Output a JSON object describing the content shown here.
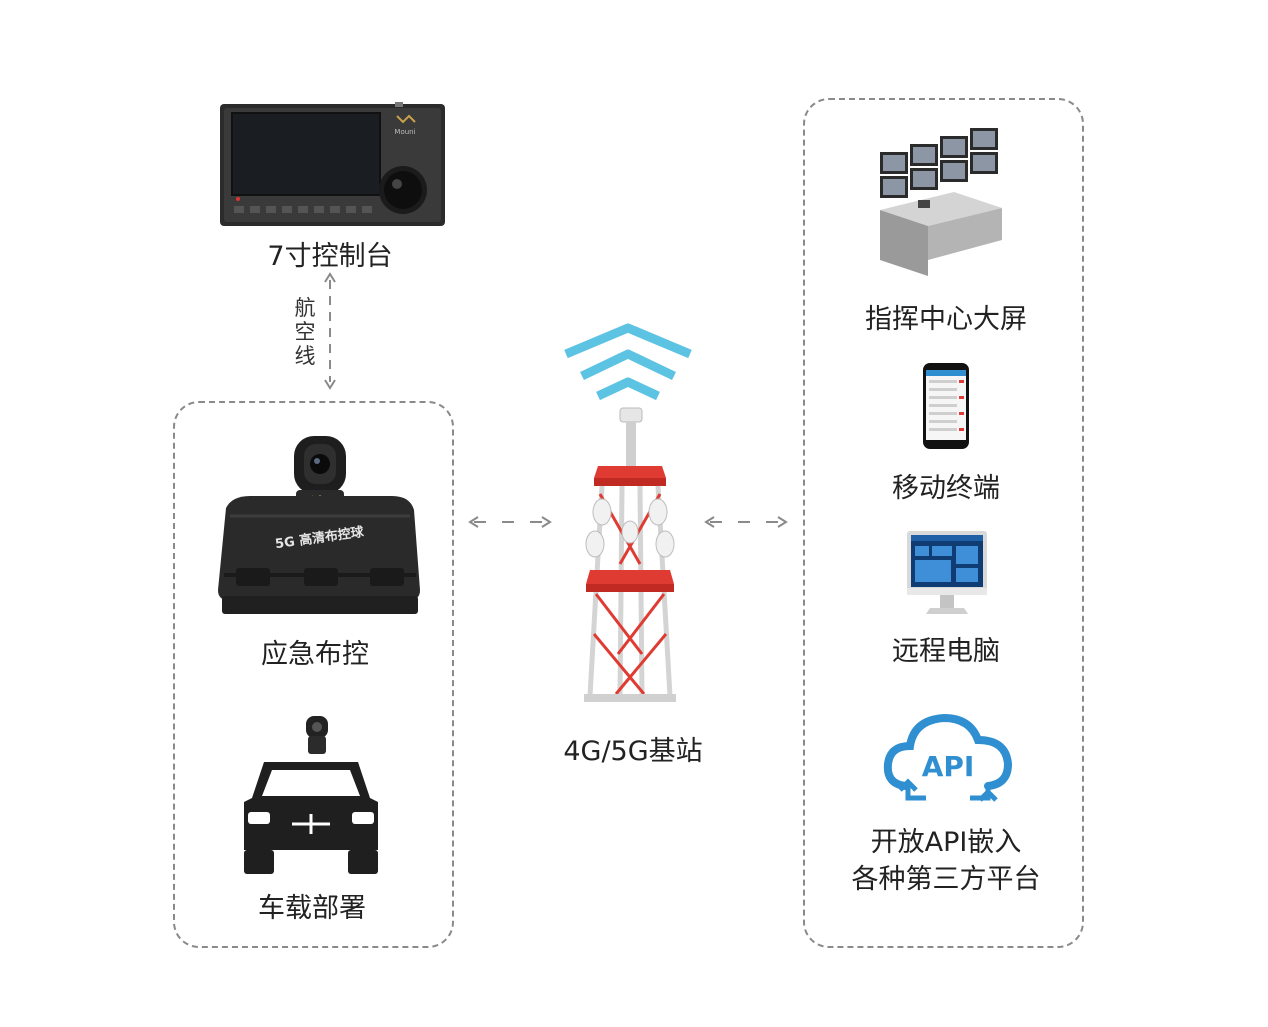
{
  "nodes": {
    "console": {
      "label": "7寸控制台",
      "brand": "Mouni"
    },
    "antenna": {
      "label": "航空线"
    },
    "emergency": {
      "label": "应急布控",
      "case_text": "5G 高清布控球"
    },
    "vehicle": {
      "label": "车载部署"
    },
    "tower": {
      "label": "4G/5G基站"
    },
    "command": {
      "label": "指挥中心大屏"
    },
    "mobile": {
      "label": "移动终端"
    },
    "pc": {
      "label": "远程电脑"
    },
    "api": {
      "icon_text": "API",
      "line1": "开放API嵌入",
      "line2": "各种第三方平台"
    }
  },
  "colors": {
    "accent_blue": "#2f8fd0",
    "signal_cyan": "#5cc3e3",
    "tower_red": "#e03b32",
    "dash": "#8a8a8a"
  }
}
